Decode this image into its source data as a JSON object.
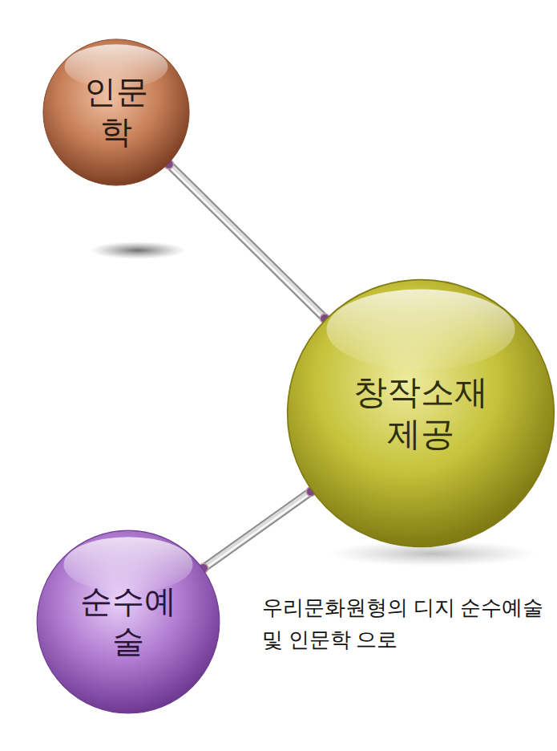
{
  "diagram": {
    "nodes": [
      {
        "text": [
          "인문학"
        ]
      },
      {
        "text": [
          "창작소재 제공"
        ]
      },
      {
        "text": [
          "순수예술"
        ]
      }
    ],
    "edges": [
      {
        "from": 0,
        "to": 1,
        "arrow": "none"
      },
      {
        "from": 2,
        "to": 1,
        "arrow": "none"
      }
    ],
    "labels": [
      "우리문화원형의 디지 순수예술 및 인문학 으로"
    ]
  }
}
